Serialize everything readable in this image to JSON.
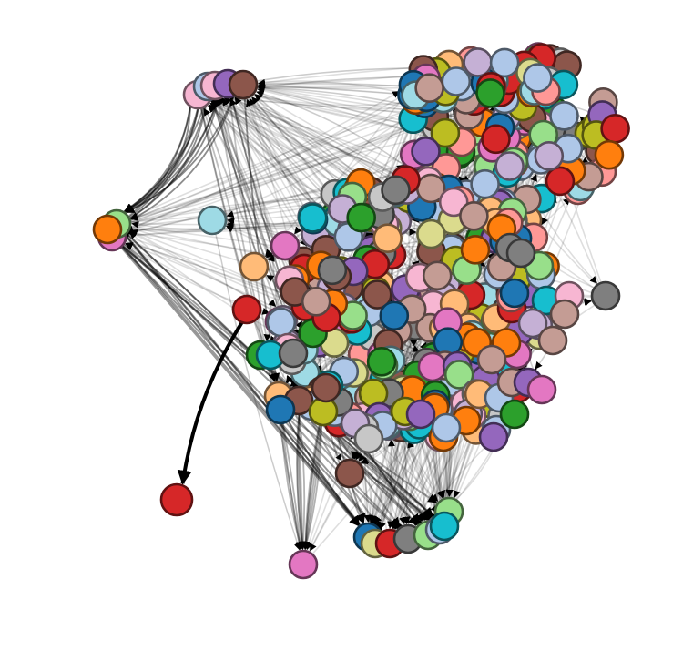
{
  "diagram": {
    "type": "directed-network-graph",
    "background": "#ffffff",
    "edge_color": "#000000",
    "node_outline": "dark-shade-of-fill",
    "palette": {
      "blue": "#1f77b4",
      "light_blue": "#aec7e8",
      "orange": "#ff7f0e",
      "light_orange": "#ffbb78",
      "green": "#2ca02c",
      "light_green": "#98df8a",
      "red": "#d62728",
      "pink_red": "#ff9896",
      "purple": "#9467bd",
      "lavender": "#c5b0d5",
      "brown": "#8c564b",
      "tan": "#c49c94",
      "pink": "#e377c2",
      "light_pink": "#f7b6d2",
      "gray": "#7f7f7f",
      "light_gray": "#c7c7c7",
      "olive": "#bcbd22",
      "khaki": "#dbdb8d",
      "cyan": "#17becf",
      "light_cyan": "#9edae5"
    },
    "clusters": [
      {
        "id": "main-dense-cluster",
        "dominant_colors": [
          "mixed"
        ]
      },
      {
        "id": "upper-right-cluster",
        "dominant_colors": [
          "mixed"
        ]
      },
      {
        "id": "top-left-cluster",
        "dominant_colors": [
          "light_pink",
          "light_blue",
          "purple",
          "brown"
        ]
      },
      {
        "id": "left-cluster",
        "dominant_colors": [
          "orange",
          "light_green",
          "pink"
        ]
      },
      {
        "id": "bottom-cluster",
        "dominant_colors": [
          "blue",
          "khaki",
          "red",
          "gray",
          "light_green",
          "light_blue"
        ]
      }
    ],
    "highlighted_edge": {
      "from": "red",
      "to": "red",
      "style": "thick-curved-arrow"
    }
  }
}
